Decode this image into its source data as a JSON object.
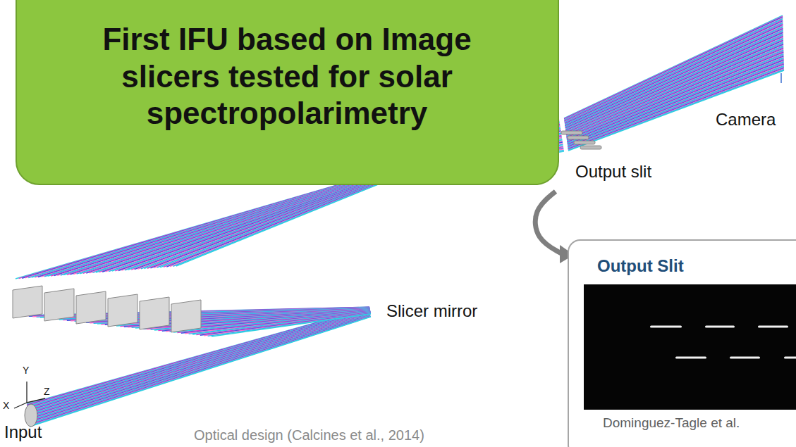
{
  "diagram": {
    "nodes": [
      {
        "text": [
          "First IFU based on Image slicers tested for solar spectropolarimetry"
        ]
      },
      {
        "text": [
          "Output Slit",
          "Dominguez-Tagle et al."
        ]
      }
    ],
    "labels": [
      "Camera",
      "Output slit",
      "Slicer mirror",
      "Y",
      "X",
      "Z",
      "Input",
      "Optical design (Calcines et al., 2014)"
    ]
  }
}
